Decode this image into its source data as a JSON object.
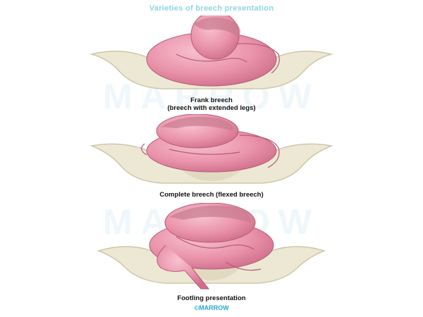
{
  "title": "Varieties of breech presentation",
  "panels": [
    {
      "caption_line1": "Frank breech",
      "caption_line2": "(breech with extended legs)"
    },
    {
      "caption_line1": "Complete breech (flexed breech)",
      "caption_line2": ""
    },
    {
      "caption_line1": "Footling presentation",
      "caption_line2": ""
    }
  ],
  "watermark": "MARROW",
  "footer": "©MARROW",
  "colors": {
    "title": "#8fd3e6",
    "pelvis": "#ede8d4",
    "fetus": "#e98fa8",
    "hair": "#c77a8e",
    "footer": "#2aa6d6"
  }
}
